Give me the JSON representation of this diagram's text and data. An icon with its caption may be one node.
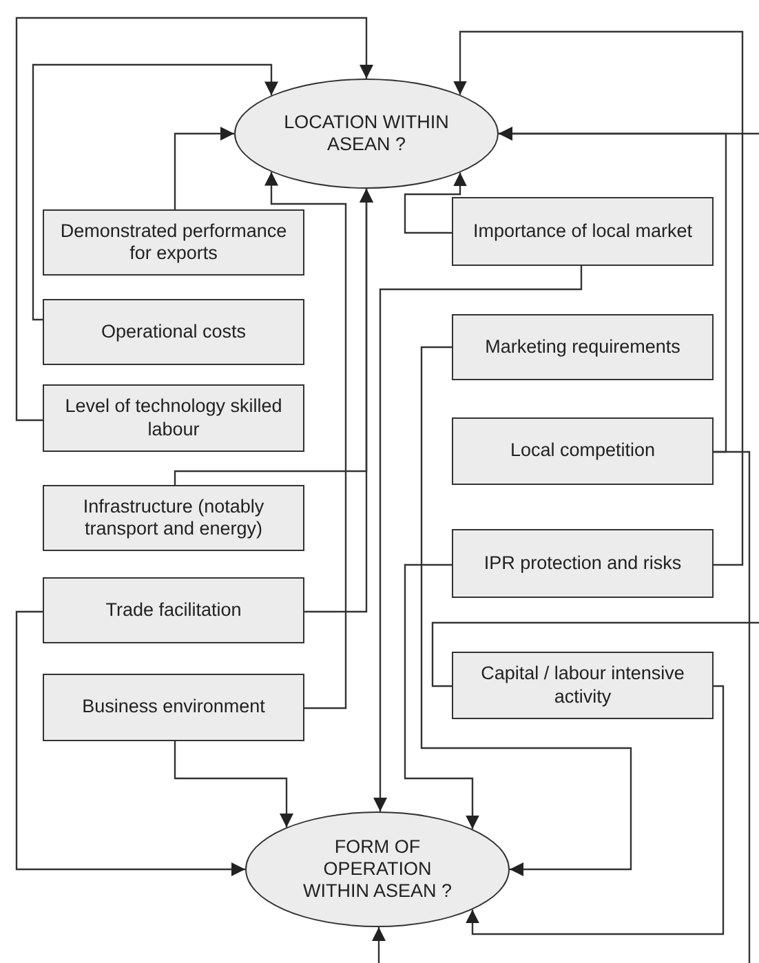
{
  "diagram": {
    "nodes": [
      {
        "text": [
          "LOCATION WITHIN ASEAN ?"
        ]
      },
      {
        "text": [
          "Demonstrated performance for exports"
        ]
      },
      {
        "text": [
          "Operational costs"
        ]
      },
      {
        "text": [
          "Level of technology skilled labour"
        ]
      },
      {
        "text": [
          "Infrastructure (notably transport and energy)"
        ]
      },
      {
        "text": [
          "Trade facilitation"
        ]
      },
      {
        "text": [
          "Business environment"
        ]
      },
      {
        "text": [
          "Importance of local market"
        ]
      },
      {
        "text": [
          "Marketing requirements"
        ]
      },
      {
        "text": [
          "Local competition"
        ]
      },
      {
        "text": [
          "IPR protection and risks"
        ]
      },
      {
        "text": [
          "Capital / labour intensive activity"
        ]
      },
      {
        "text": [
          "FORM OF OPERATION WITHIN ASEAN ?"
        ]
      }
    ],
    "edges": [
      {
        "from": 1,
        "to": 0,
        "arrow": "to"
      },
      {
        "from": 2,
        "to": 0,
        "arrow": "to"
      },
      {
        "from": 3,
        "to": 0,
        "arrow": "to"
      },
      {
        "from": 4,
        "to": 0,
        "arrow": "to"
      },
      {
        "from": 5,
        "to": 0,
        "arrow": "to"
      },
      {
        "from": 6,
        "to": 0,
        "arrow": "to"
      },
      {
        "from": 7,
        "to": 0,
        "arrow": "to"
      },
      {
        "from": 9,
        "to": 0,
        "arrow": "to"
      },
      {
        "from": 10,
        "to": 0,
        "arrow": "to"
      },
      {
        "from": null,
        "to": 0,
        "arrow": "to"
      },
      {
        "from": 5,
        "to": 12,
        "arrow": "to"
      },
      {
        "from": 6,
        "to": 12,
        "arrow": "to"
      },
      {
        "from": 7,
        "to": 12,
        "arrow": "to"
      },
      {
        "from": 8,
        "to": 12,
        "arrow": "to"
      },
      {
        "from": 10,
        "to": 12,
        "arrow": "to"
      },
      {
        "from": 11,
        "to": 12,
        "arrow": "to"
      },
      {
        "from": null,
        "to": 12,
        "arrow": "to"
      },
      {
        "from": 9,
        "to": null,
        "arrow": "none"
      },
      {
        "from": 11,
        "to": null,
        "arrow": "none"
      }
    ]
  }
}
